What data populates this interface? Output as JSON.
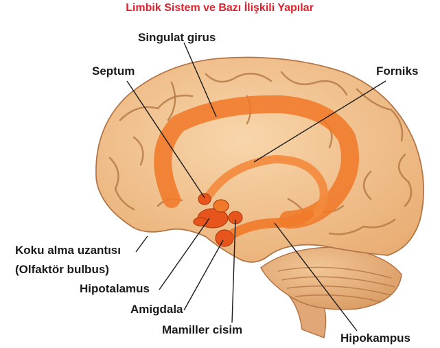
{
  "title": "Limbik Sistem ve Bazı İlişkili Yapılar",
  "labels": {
    "singulat_girus": "Singulat girus",
    "septum": "Septum",
    "forniks": "Forniks",
    "koku_alma_line1": "Koku alma uzantısı",
    "koku_alma_line2": "(Olfaktör bulbus)",
    "hipotalamus": "Hipotalamus",
    "amigdala": "Amigdala",
    "mamiller_cisim": "Mamiller cisim",
    "hipokampus": "Hipokampus"
  },
  "colors": {
    "title": "#e0202a",
    "cerebrum": "#f3c592",
    "cerebellum": "#e9b27d",
    "brainstem": "#e2a777",
    "limbic": "#f07a2a",
    "limbic_nuclei": "#e8551c"
  }
}
